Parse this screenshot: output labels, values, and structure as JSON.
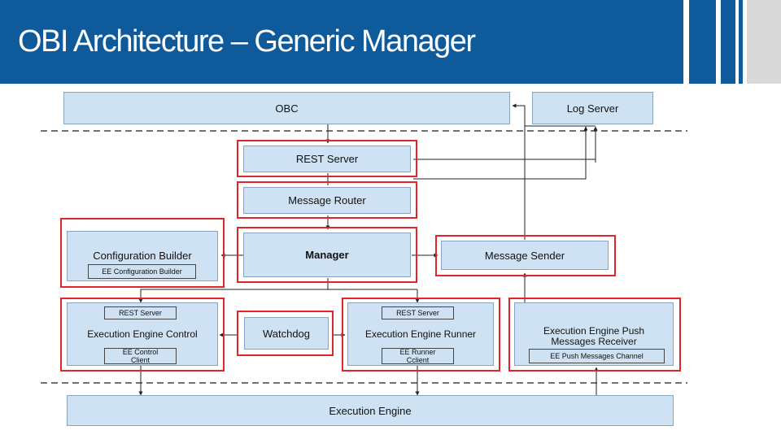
{
  "slide": {
    "title": "OBI Architecture – Generic Manager"
  },
  "diagram": {
    "obc": "OBC",
    "log_server": "Log Server",
    "rest_server": "REST Server",
    "message_router": "Message Router",
    "manager": "Manager",
    "message_sender": "Message Sender",
    "configuration_builder": "Configuration Builder",
    "ee_configuration_builder": "EE Configuration Builder",
    "control_rest_server": "REST Server",
    "execution_engine_control": "Execution Engine Control",
    "ee_control_client": "EE Control\nClient",
    "watchdog": "Watchdog",
    "runner_rest_server": "REST Server",
    "execution_engine_runner": "Execution Engine Runner",
    "ee_runner_client": "EE Runner\nCclient",
    "push_receiver": "Execution Engine Push\nMessages Receiver",
    "ee_push_messages_channel": "EE Push Messages Channel",
    "execution_engine": "Execution Engine"
  },
  "colors": {
    "header": "#0e5a9a",
    "box_fill": "#cfe2f3",
    "highlight": "#e0262b"
  }
}
